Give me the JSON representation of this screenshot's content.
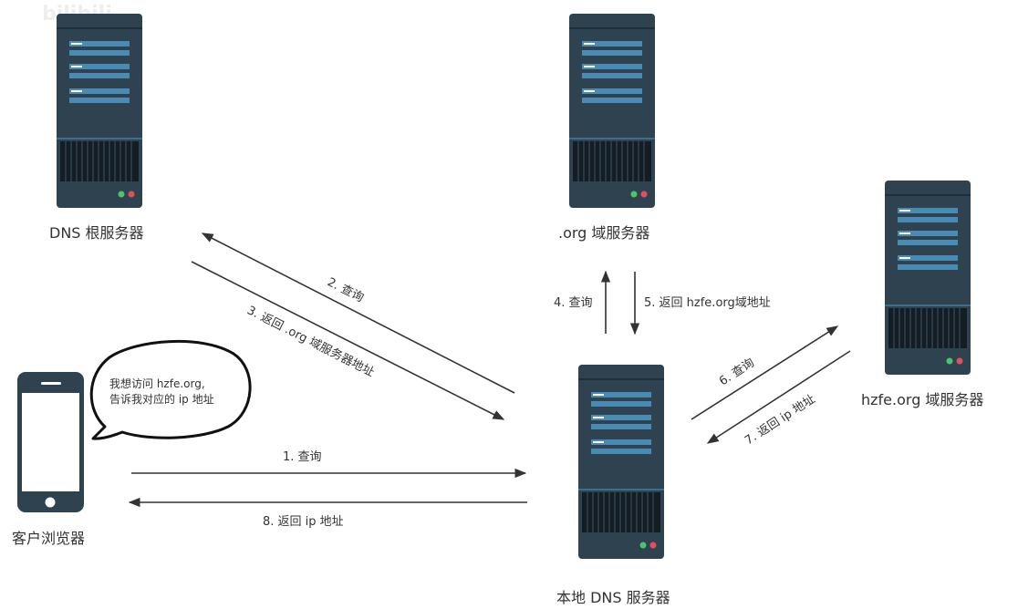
{
  "watermark": "bilibili",
  "nodes": {
    "root": {
      "label": "DNS 根服务器"
    },
    "org": {
      "label": ".org 域服务器"
    },
    "hzfe": {
      "label": "hzfe.org 域服务器"
    },
    "local": {
      "label": "本地 DNS 服务器"
    },
    "client": {
      "label": "客户浏览器"
    }
  },
  "bubble": {
    "line1": "我想访问 hzfe.org,",
    "line2": "告诉我对应的 ip 地址"
  },
  "steps": [
    {
      "label": "1. 查询"
    },
    {
      "label": "2. 查询"
    },
    {
      "label": "3. 返回 .org 域服务器地址"
    },
    {
      "label": "4. 查询"
    },
    {
      "label": "5. 返回 hzfe.org域地址"
    },
    {
      "label": "6. 查询"
    },
    {
      "label": "7. 返回 ip 地址"
    },
    {
      "label": "8. 返回 ip 地址"
    }
  ],
  "colors": {
    "server_body": "#2f4250",
    "server_stripe": "#4a8bb5",
    "line": "#333333"
  }
}
